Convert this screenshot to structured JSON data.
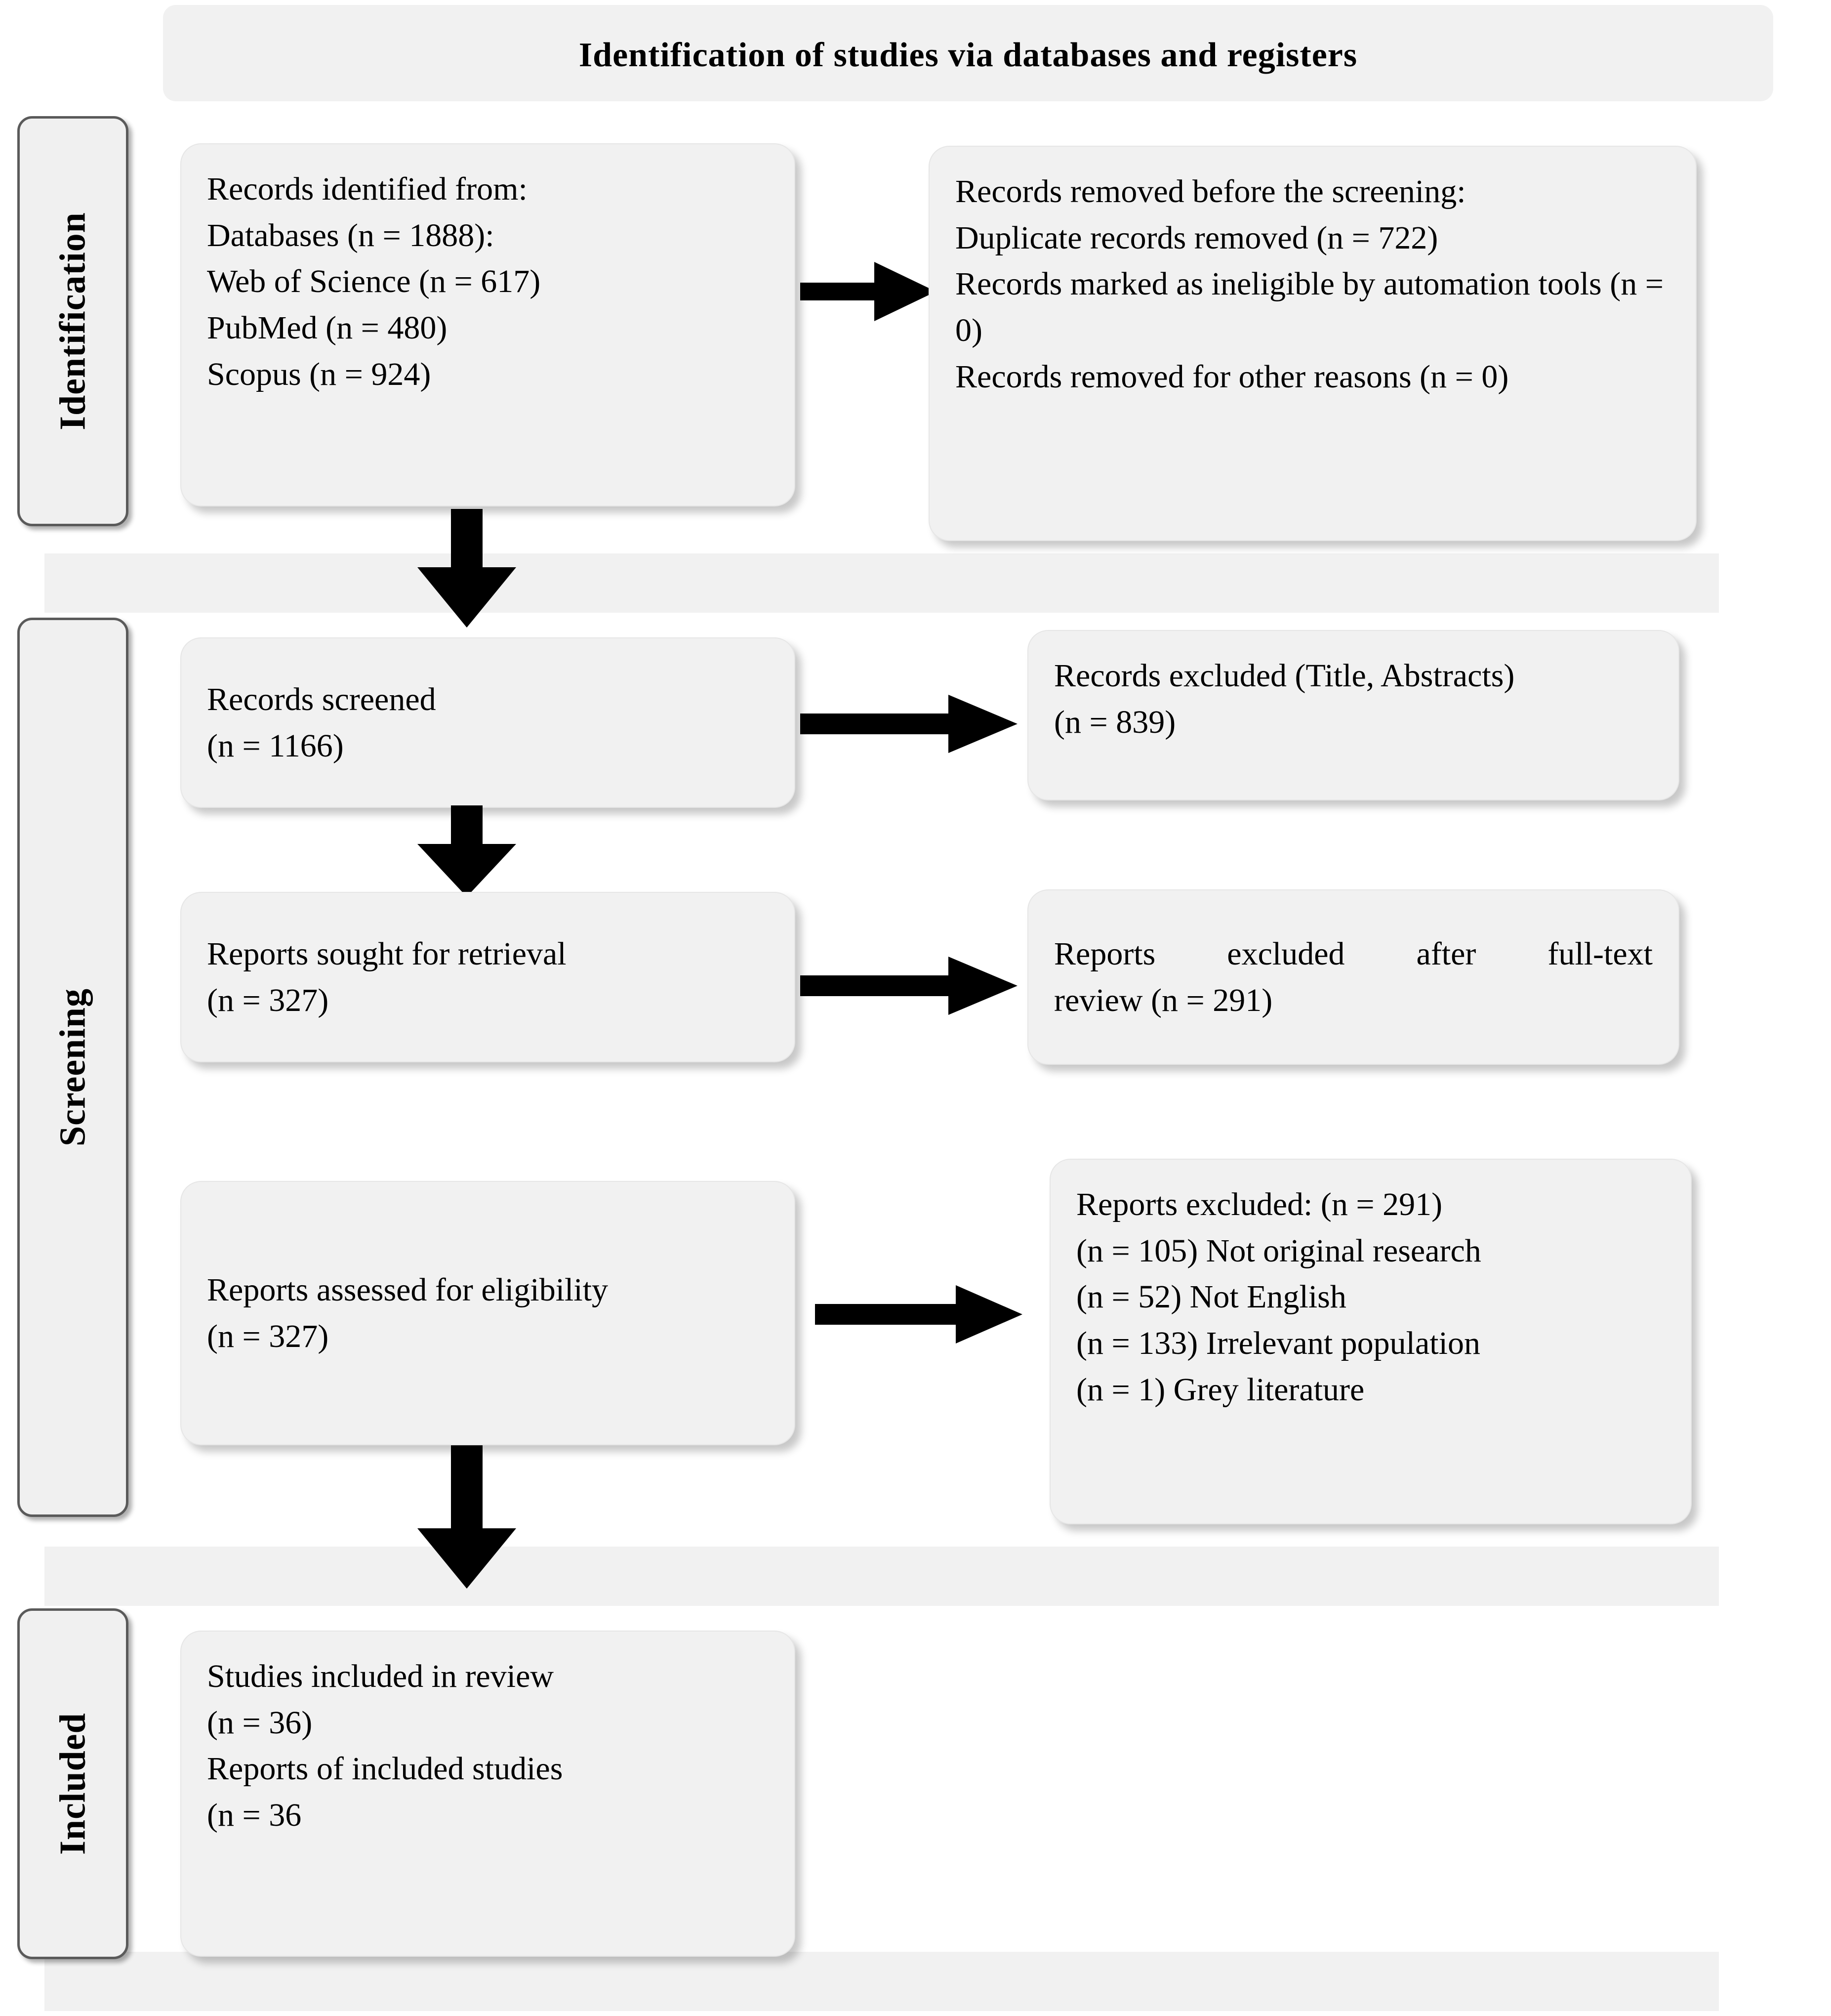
{
  "title": "Identification of studies via databases and registers",
  "stages": [
    {
      "key": "identification",
      "label": "Identification"
    },
    {
      "key": "screening",
      "label": "Screening"
    },
    {
      "key": "included",
      "label": "Included"
    }
  ],
  "boxes": {
    "records_identified": {
      "name": "records-identified-box",
      "lines": [
        "Records identified from:",
        "Databases (n = 1888):",
        "Web of Science (n = 617)",
        "PubMed (n = 480)",
        "Scopus (n = 924)"
      ]
    },
    "records_removed": {
      "name": "records-removed-box",
      "lines": [
        "Records removed before the screening:",
        "Duplicate records removed (n = 722)",
        "Records marked as ineligible by automation tools (n = 0)",
        "Records removed for other reasons (n = 0)"
      ]
    },
    "records_screened": {
      "name": "records-screened-box",
      "lines": [
        "Records screened",
        "(n = 1166)"
      ]
    },
    "records_excluded": {
      "name": "records-excluded-box",
      "lines": [
        "Records excluded (Title, Abstracts)",
        "(n = 839)"
      ]
    },
    "reports_sought": {
      "name": "reports-sought-box",
      "lines": [
        "Reports sought for retrieval",
        "(n = 327)"
      ]
    },
    "reports_excluded_fulltext": {
      "name": "reports-excluded-fulltext-box",
      "lines": [
        "Reports excluded after full-text",
        "review (n = 291)"
      ]
    },
    "reports_assessed": {
      "name": "reports-assessed-box",
      "lines": [
        "Reports assessed for eligibility",
        "(n = 327)"
      ]
    },
    "reports_excluded_reasons": {
      "name": "reports-excluded-reasons-box",
      "lines": [
        "Reports excluded: (n = 291)",
        "(n = 105) Not original research",
        "(n = 52) Not English",
        "(n = 133) Irrelevant population",
        "(n = 1) Grey literature"
      ]
    },
    "studies_included": {
      "name": "studies-included-box",
      "lines": [
        "Studies included in review",
        "(n = 36)",
        "Reports of included studies",
        "(n = 36"
      ]
    }
  },
  "chart_data": {
    "type": "diagram",
    "diagram_kind": "PRISMA 2020 flow diagram",
    "title": "Identification of studies via databases and registers",
    "stages": [
      "Identification",
      "Screening",
      "Included"
    ],
    "nodes": [
      {
        "id": "records_identified",
        "stage": "Identification",
        "n_total": 1888,
        "sources": [
          {
            "name": "Web of Science",
            "n": 617
          },
          {
            "name": "PubMed",
            "n": 480
          },
          {
            "name": "Scopus",
            "n": 924
          }
        ]
      },
      {
        "id": "records_removed",
        "stage": "Identification",
        "items": [
          {
            "reason": "Duplicate records removed",
            "n": 722
          },
          {
            "reason": "Records marked as ineligible by automation tools",
            "n": 0
          },
          {
            "reason": "Records removed for other reasons",
            "n": 0
          }
        ]
      },
      {
        "id": "records_screened",
        "stage": "Screening",
        "n": 1166
      },
      {
        "id": "records_excluded",
        "stage": "Screening",
        "n": 839,
        "basis": "Title, Abstracts"
      },
      {
        "id": "reports_sought",
        "stage": "Screening",
        "n": 327
      },
      {
        "id": "reports_excluded_fulltext",
        "stage": "Screening",
        "n": 291
      },
      {
        "id": "reports_assessed",
        "stage": "Screening",
        "n": 327
      },
      {
        "id": "reports_excluded_reasons",
        "stage": "Screening",
        "n": 291,
        "items": [
          {
            "reason": "Not original research",
            "n": 105
          },
          {
            "reason": "Not English",
            "n": 52
          },
          {
            "reason": "Irrelevant population",
            "n": 133
          },
          {
            "reason": "Grey literature",
            "n": 1
          }
        ]
      },
      {
        "id": "studies_included",
        "stage": "Included",
        "studies_n": 36,
        "reports_n": 36
      }
    ],
    "edges": [
      {
        "from": "records_identified",
        "to": "records_removed",
        "direction": "right"
      },
      {
        "from": "records_identified",
        "to": "records_screened",
        "direction": "down"
      },
      {
        "from": "records_screened",
        "to": "records_excluded",
        "direction": "right"
      },
      {
        "from": "records_screened",
        "to": "reports_sought",
        "direction": "down"
      },
      {
        "from": "reports_sought",
        "to": "reports_excluded_fulltext",
        "direction": "right"
      },
      {
        "from": "reports_sought",
        "to": "reports_assessed",
        "direction": "down"
      },
      {
        "from": "reports_assessed",
        "to": "reports_excluded_reasons",
        "direction": "right"
      },
      {
        "from": "reports_assessed",
        "to": "studies_included",
        "direction": "down"
      }
    ]
  }
}
